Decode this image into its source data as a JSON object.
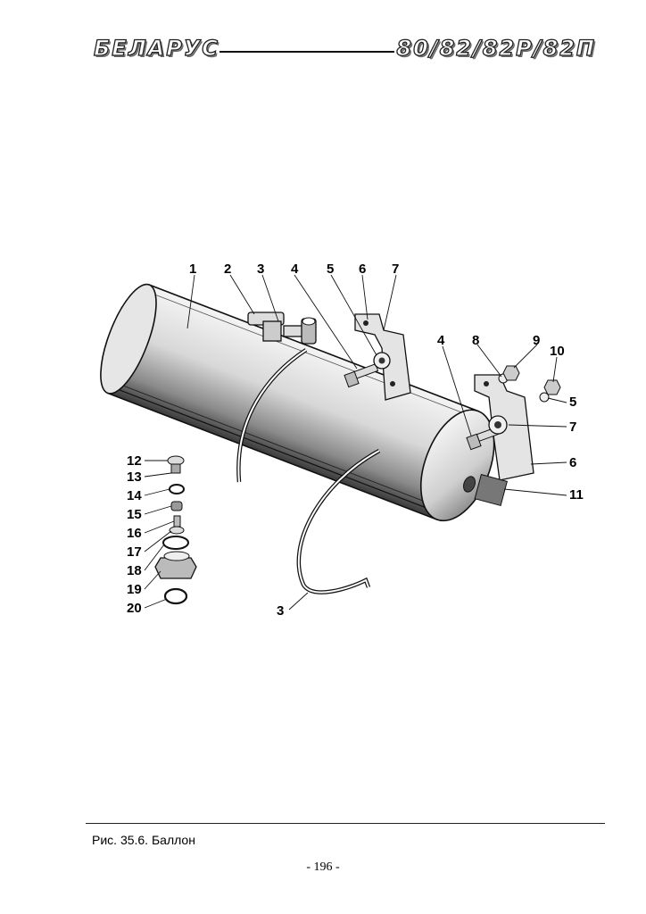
{
  "header": {
    "brand": "БЕЛАРУС",
    "model": "80/82/82Р/82П"
  },
  "figure": {
    "callouts": {
      "c1": "1",
      "c2": "2",
      "c3a": "3",
      "c4a": "4",
      "c5a": "5",
      "c6a": "6",
      "c7a": "7",
      "c4b": "4",
      "c8": "8",
      "c9": "9",
      "c10": "10",
      "c5b": "5",
      "c7b": "7",
      "c6b": "6",
      "c11": "11",
      "c12": "12",
      "c13": "13",
      "c14": "14",
      "c15": "15",
      "c16": "16",
      "c17": "17",
      "c18": "18",
      "c19": "19",
      "c20": "20",
      "c3b": "3"
    }
  },
  "caption": "Рис. 35.6. Баллон",
  "page_number": "- 196 -"
}
